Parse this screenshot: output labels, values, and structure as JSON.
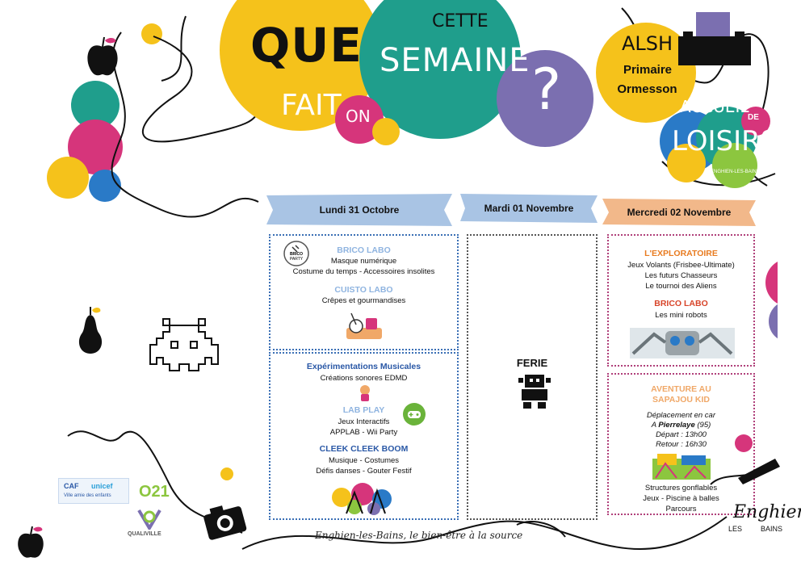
{
  "header": {
    "que": "QUE",
    "fait": "FAIT",
    "on": "ON",
    "cette": "CETTE",
    "semaine": "SEMAINE",
    "question_mark": "?",
    "alsh": "ALSH",
    "primaire": "Primaire",
    "ormesson": "Ormesson",
    "accueil_logo": {
      "accueil": "ACCUEIL",
      "de": "DE",
      "loisirs": "LOISIRS",
      "city": "ENGHIEN-LES-BAINS"
    }
  },
  "days": [
    {
      "label": "Lundi 31 Octobre"
    },
    {
      "label": "Mardi 01 Novembre"
    },
    {
      "label": "Mercredi 02 Novembre"
    }
  ],
  "lundi_morning": {
    "badge_brico": "BRICO",
    "badge_party": "PARTY",
    "brico_title": "BRICO LABO",
    "brico_lines": [
      "Masque numérique",
      "Costume du temps - Accessoires insolites"
    ],
    "cuisto_title": "CUISTO LABO",
    "cuisto_lines": [
      "Crêpes et gourmandises"
    ]
  },
  "lundi_afternoon": {
    "exp_title": "Expérimentations Musicales",
    "exp_lines": [
      "Créations sonores  EDMD"
    ],
    "lab_title": "LAB PLAY",
    "lab_lines": [
      "Jeux Interactifs",
      "APPLAB - Wii Party"
    ],
    "cleek_title": "CLEEK CLEEK BOOM",
    "cleek_lines": [
      "Musique - Costumes",
      "Défis danses - Gouter Festif"
    ]
  },
  "mardi": {
    "ferie": "FERIE"
  },
  "mercredi_morning": {
    "explo_title": "L'EXPLORATOIRE",
    "explo_lines": [
      "Jeux Volants (Frisbee-Ultimate)",
      "Les futurs Chasseurs",
      "Le tournoi des Aliens"
    ],
    "brico_title": "BRICO LABO",
    "brico_lines": [
      "Les mini robots"
    ]
  },
  "mercredi_afternoon": {
    "aventure_title_1": "AVENTURE AU",
    "aventure_title_2": "SAPAJOU KID",
    "depl": "Déplacement en car",
    "dest_prefix": "A ",
    "dest_place": "Pierrelaye",
    "dest_suffix": " (95)",
    "depart": "Départ : 13h00",
    "retour": "Retour : 16h30",
    "lines": [
      "Structures gonflables",
      "Jeux - Piscine à balles",
      "Parcours"
    ]
  },
  "footer": {
    "slogan": "Enghien-les-Bains, le bien-être à la source",
    "logo_caf": "CAF",
    "logo_unicef": "unicef",
    "logo_ville_amie": "Ville amie des enfants",
    "logo_o21": "O21",
    "logo_qualiville": "QUALIVILLE",
    "enghien_logo_top": "Enghien",
    "enghien_logo_les": "LES",
    "enghien_logo_bains": "BAINS"
  },
  "colors": {
    "yellow": "#f5c21b",
    "teal": "#1f9e8c",
    "purple": "#7b6fb0",
    "blue_band": "#a9c4e4",
    "orange_band": "#f2b88a",
    "magenta_border": "#b0407a",
    "blue_border": "#3a6fb5",
    "grey_border": "#555555",
    "orange_text": "#e87b20",
    "light_blue_text": "#8fb4e0",
    "dark_blue_text": "#2a58a6",
    "red_text": "#d8452a",
    "peach_text": "#f0a868"
  }
}
